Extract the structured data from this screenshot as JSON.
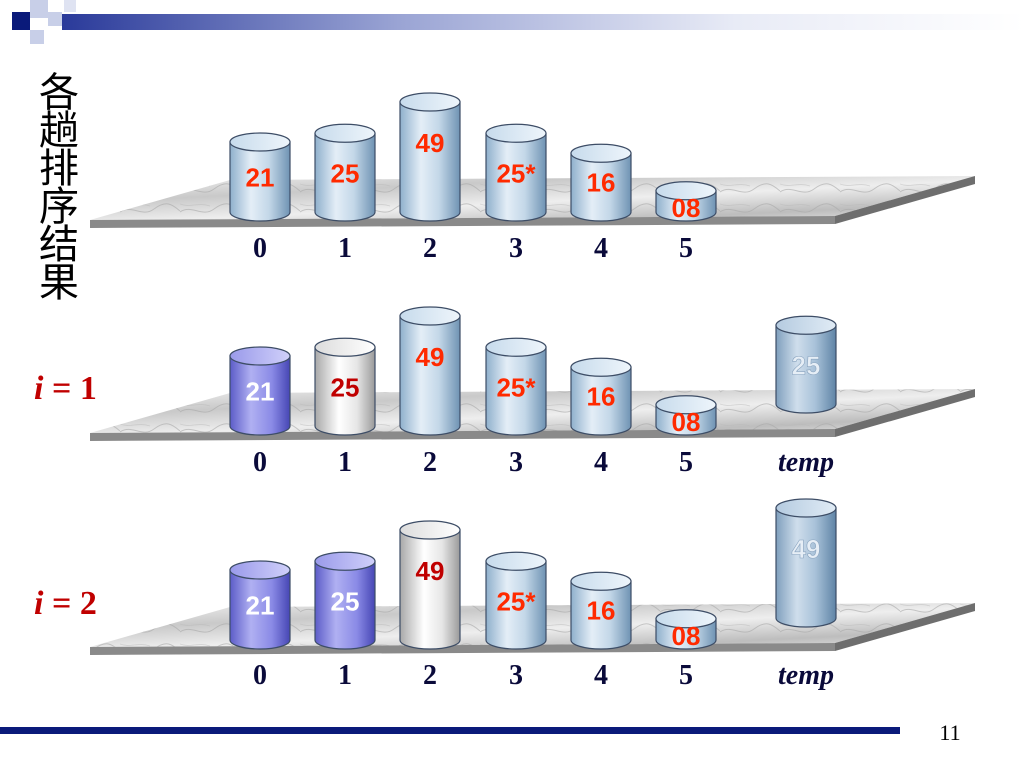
{
  "title_chars": [
    "各",
    "趟",
    "排",
    "序",
    "结",
    "果"
  ],
  "page_number": "11",
  "rows": [
    {
      "label_var": "",
      "label_eq": "",
      "cells": [
        {
          "value": "21",
          "style": "plain",
          "height": 0.56
        },
        {
          "value": "25",
          "style": "plain",
          "height": 0.63
        },
        {
          "value": "49",
          "style": "plain",
          "height": 0.88
        },
        {
          "value": "25*",
          "style": "plain",
          "height": 0.63
        },
        {
          "value": "16",
          "style": "plain",
          "height": 0.47
        },
        {
          "value": "08",
          "style": "plain",
          "height": 0.17
        }
      ],
      "temp": null,
      "indices": [
        "0",
        "1",
        "2",
        "3",
        "4",
        "5"
      ],
      "temp_label": ""
    },
    {
      "label_var": "i",
      "label_eq": " = 1",
      "cells": [
        {
          "value": "21",
          "style": "sorted",
          "height": 0.56
        },
        {
          "value": "25",
          "style": "current",
          "height": 0.63
        },
        {
          "value": "49",
          "style": "plain",
          "height": 0.88
        },
        {
          "value": "25*",
          "style": "plain",
          "height": 0.63
        },
        {
          "value": "16",
          "style": "plain",
          "height": 0.47
        },
        {
          "value": "08",
          "style": "plain",
          "height": 0.17
        }
      ],
      "temp": {
        "value": "25",
        "height": 0.63
      },
      "indices": [
        "0",
        "1",
        "2",
        "3",
        "4",
        "5"
      ],
      "temp_label": "temp"
    },
    {
      "label_var": "i",
      "label_eq": " = 2",
      "cells": [
        {
          "value": "21",
          "style": "sorted",
          "height": 0.56
        },
        {
          "value": "25",
          "style": "sorted",
          "height": 0.63
        },
        {
          "value": "49",
          "style": "current",
          "height": 0.88
        },
        {
          "value": "25*",
          "style": "plain",
          "height": 0.63
        },
        {
          "value": "16",
          "style": "plain",
          "height": 0.47
        },
        {
          "value": "08",
          "style": "plain",
          "height": 0.17
        }
      ],
      "temp": {
        "value": "49",
        "height": 0.88
      },
      "indices": [
        "0",
        "1",
        "2",
        "3",
        "4",
        "5"
      ],
      "temp_label": "temp"
    }
  ],
  "colors": {
    "accent_navy": "#0a1a7a",
    "value_red": "#ff2a00",
    "sorted_value": "#ffffff",
    "current_value": "#c00000",
    "temp_value": "#e6eef6",
    "label_red": "#c00000"
  }
}
